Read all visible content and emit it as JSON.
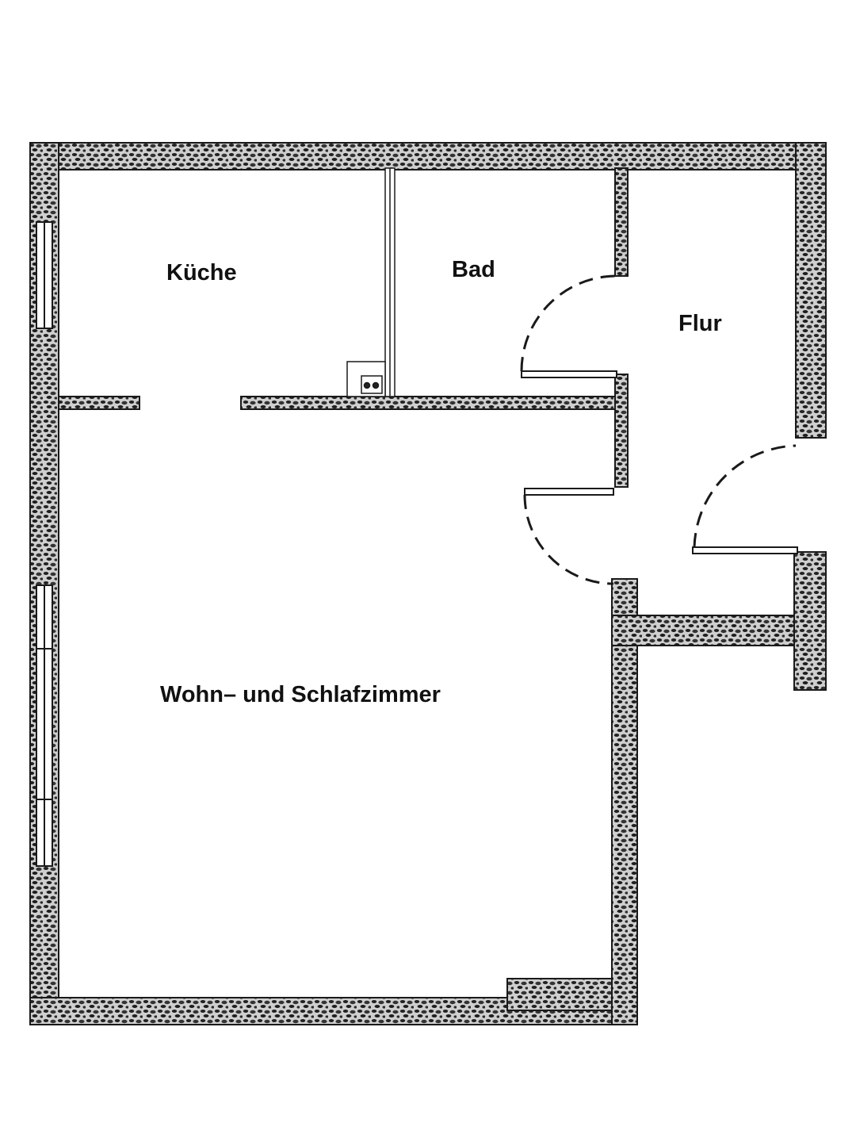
{
  "rooms": {
    "kitchen": "Küche",
    "bath": "Bad",
    "hall": "Flur",
    "living": "Wohn– und Schlafzimmer"
  },
  "colors": {
    "wall_fill": "#c8c8c8",
    "wall_stroke": "#1a1a1a",
    "hatch": "#222222",
    "label": "#111111"
  }
}
